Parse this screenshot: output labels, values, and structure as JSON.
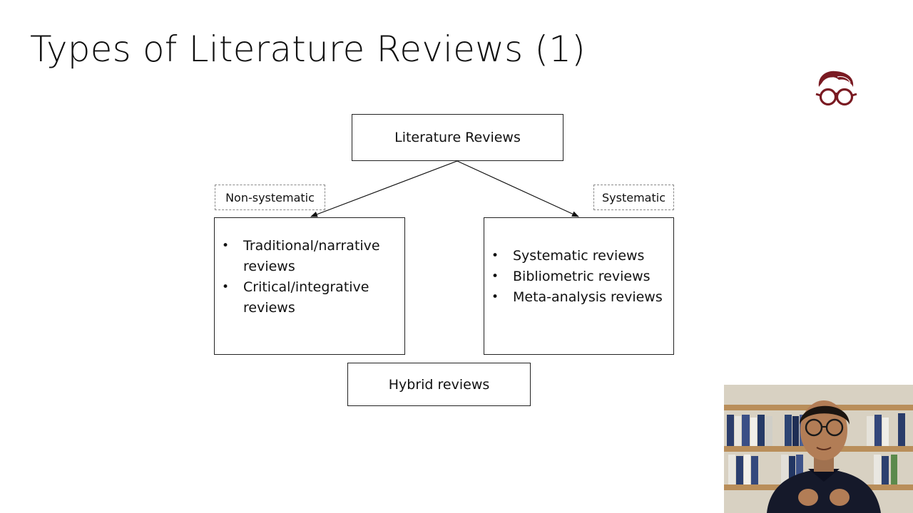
{
  "slide": {
    "title": "Types of Literature Reviews (1)"
  },
  "diagram": {
    "root": {
      "label": "Literature Reviews"
    },
    "left_tag": {
      "label": "Non-systematic"
    },
    "right_tag": {
      "label": "Systematic"
    },
    "left_box": {
      "items": [
        "Traditional/narrative reviews",
        "Critical/integrative reviews"
      ]
    },
    "right_box": {
      "items": [
        "Systematic reviews",
        "Bibliometric reviews",
        "Meta-analysis reviews"
      ]
    },
    "bottom": {
      "label": "Hybrid reviews"
    }
  },
  "colors": {
    "logo": "#7a1a22",
    "border": "#222222",
    "dashed_border": "#8a8a8a"
  },
  "icons": {
    "logo": "spectacles-face-logo"
  }
}
